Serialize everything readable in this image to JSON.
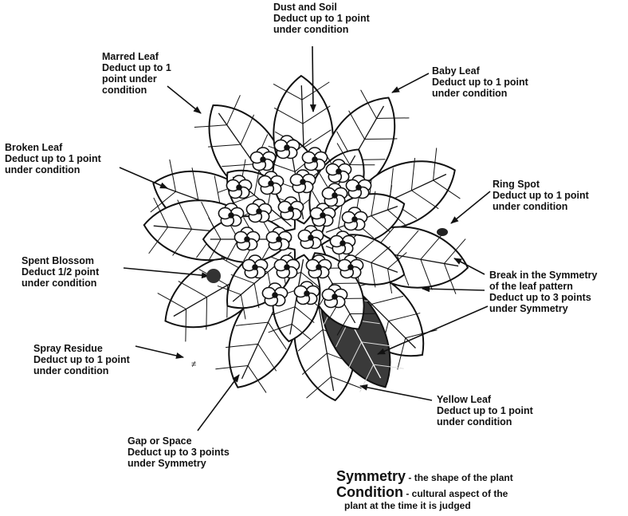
{
  "callouts": {
    "dust_soil": [
      "Dust and Soil",
      "Deduct up to 1 point",
      "under condition"
    ],
    "marred_leaf": [
      "Marred Leaf",
      "Deduct up to 1",
      "point under",
      "condition"
    ],
    "baby_leaf": [
      "Baby Leaf",
      "Deduct up to 1 point",
      "under condition"
    ],
    "broken_leaf": [
      "Broken Leaf",
      "Deduct up to 1 point",
      "under condition"
    ],
    "ring_spot": [
      "Ring Spot",
      "Deduct up to 1 point",
      "under condition"
    ],
    "spent_blossom": [
      "Spent Blossom",
      "Deduct 1/2 point",
      "under condition"
    ],
    "symmetry_break": [
      "Break in the Symmetry",
      "of the leaf pattern",
      "Deduct up to 3 points",
      "under Symmetry"
    ],
    "spray_residue": [
      "Spray Residue",
      "Deduct up to 1 point",
      "under condition"
    ],
    "yellow_leaf": [
      "Yellow Leaf",
      "Deduct up to 1 point",
      "under condition"
    ],
    "gap_space": [
      "Gap or Space",
      "Deduct up to 3 points",
      "under Symmetry"
    ]
  },
  "legend": {
    "symmetry_term": "Symmetry",
    "symmetry_def": " - the shape of the plant",
    "condition_term": "Condition",
    "condition_def": " - cultural aspect of the",
    "condition_def_cont": "plant at the time it is judged"
  },
  "colors": {
    "ink": "#111111",
    "paper": "#ffffff",
    "yellow_leaf_shade": "#3a3a3a"
  }
}
